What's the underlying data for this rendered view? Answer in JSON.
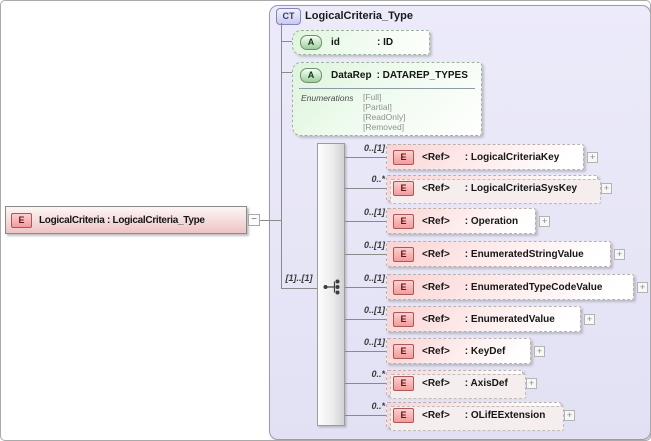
{
  "element_node": {
    "badge": "E",
    "label": "LogicalCriteria : LogicalCriteria_Type",
    "collapse_glyph": "−"
  },
  "complex_type": {
    "badge": "CT",
    "title": "LogicalCriteria_Type",
    "attributes": [
      {
        "badge": "A",
        "name": "id",
        "type": ": ID"
      },
      {
        "badge": "A",
        "name": "DataRep",
        "type": ": DATAREP_TYPES",
        "enum_label": "Enumerations",
        "values": [
          "[Full]",
          "[Partial]",
          "[ReadOnly]",
          "[Removed]"
        ]
      }
    ],
    "group": {
      "cardinality": "[1]..[1]",
      "compositor": "sequence"
    },
    "refs": [
      {
        "badge": "E",
        "ref": "<Ref>",
        "name": ": LogicalCriteriaKey",
        "card": "0..[1]",
        "expand": "+"
      },
      {
        "badge": "E",
        "ref": "<Ref>",
        "name": ": LogicalCriteriaSysKey",
        "card": "0..*",
        "expand": "+"
      },
      {
        "badge": "E",
        "ref": "<Ref>",
        "name": ": Operation",
        "card": "0..[1]",
        "expand": "+"
      },
      {
        "badge": "E",
        "ref": "<Ref>",
        "name": ": EnumeratedStringValue",
        "card": "0..[1]",
        "expand": "+"
      },
      {
        "badge": "E",
        "ref": "<Ref>",
        "name": ": EnumeratedTypeCodeValue",
        "card": "0..[1]",
        "expand": "+"
      },
      {
        "badge": "E",
        "ref": "<Ref>",
        "name": ": EnumeratedValue",
        "card": "0..[1]",
        "expand": "+"
      },
      {
        "badge": "E",
        "ref": "<Ref>",
        "name": ": KeyDef",
        "card": "0..[1]",
        "expand": "+"
      },
      {
        "badge": "E",
        "ref": "<Ref>",
        "name": ": AxisDef",
        "card": "0..*",
        "expand": "+"
      },
      {
        "badge": "E",
        "ref": "<Ref>",
        "name": ": OLifEExtension",
        "card": "0..*",
        "expand": "+"
      }
    ]
  },
  "colors": {
    "element_fill": "#eec3c3",
    "element_badge": "#f39b9b",
    "attribute_fill": "#def4dc",
    "attribute_badge": "#9ccf9c",
    "container_fill": "#e8e7f7",
    "ct_badge": "#c9c9ec",
    "line": "#8a8a8a"
  }
}
